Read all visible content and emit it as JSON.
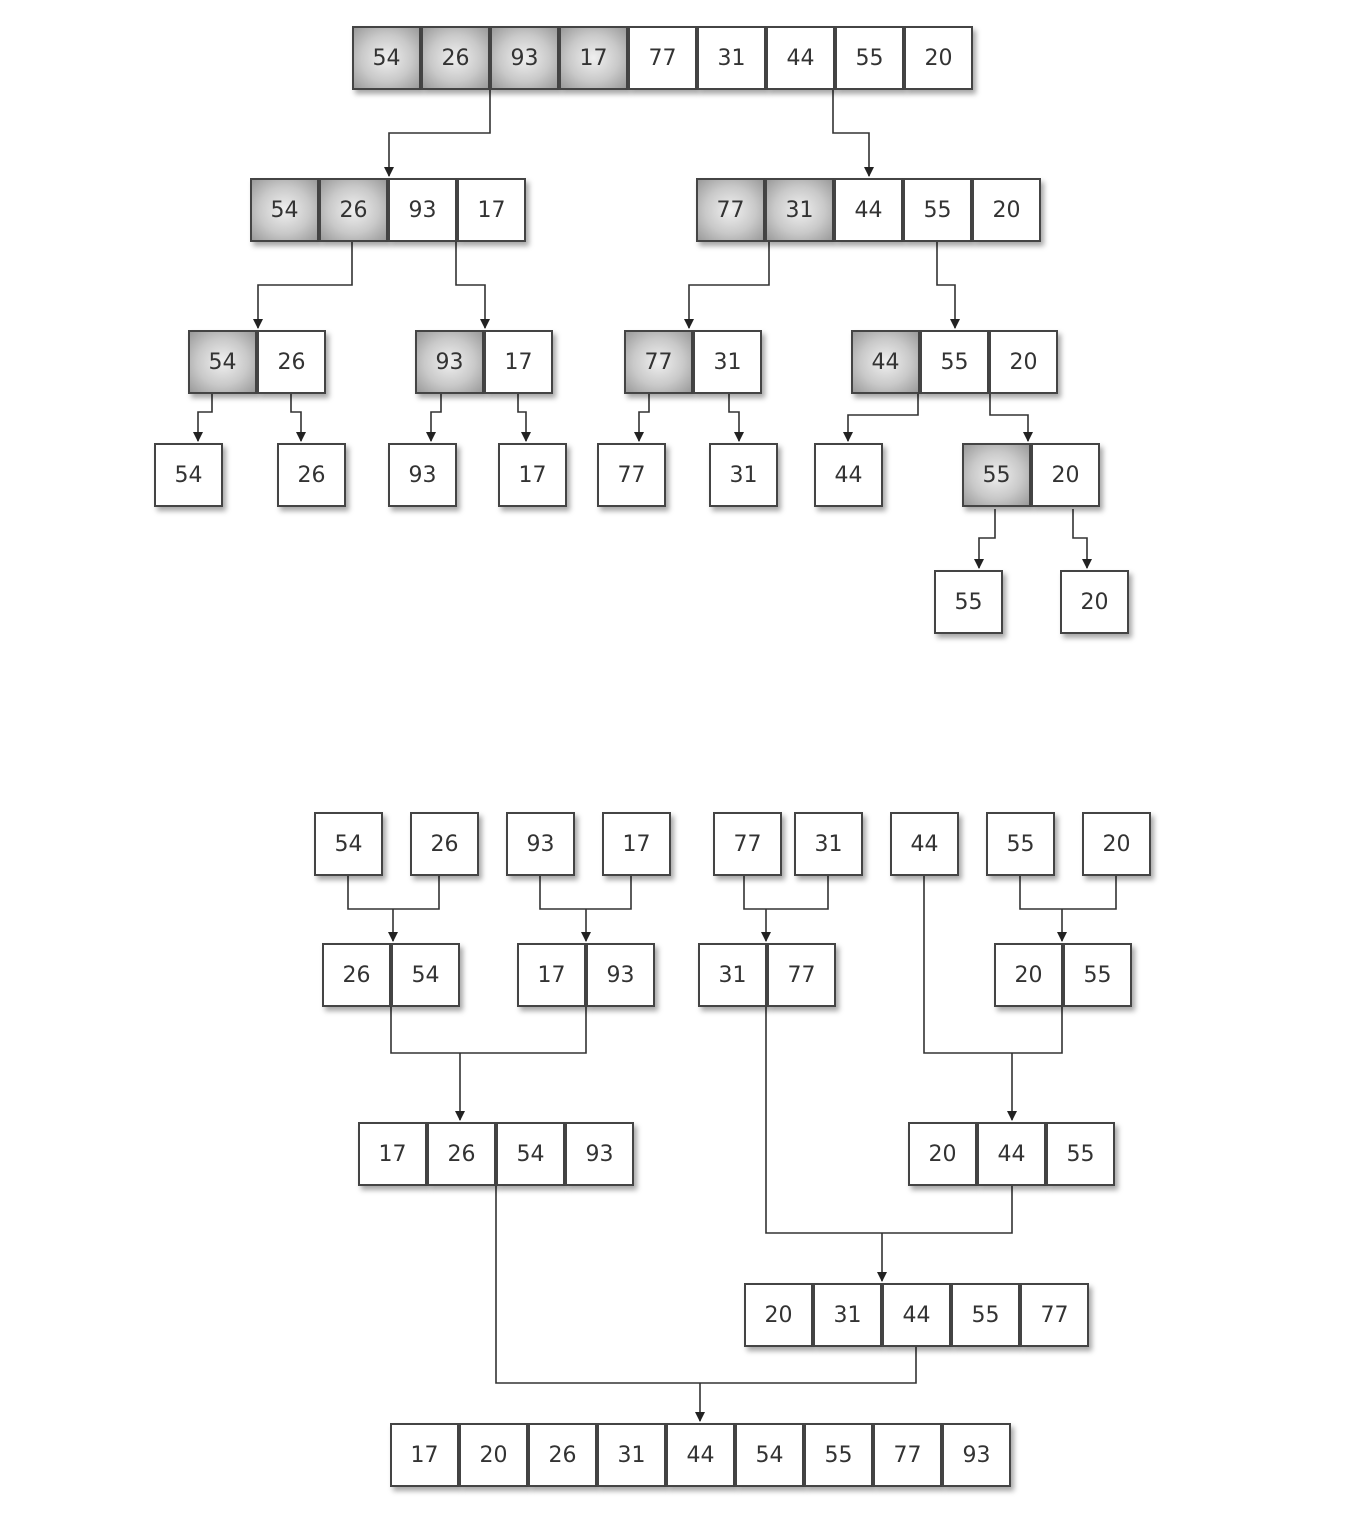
{
  "split_phase": {
    "rows": [
      {
        "groups": [
          {
            "values": [
              "54",
              "26",
              "93",
              "17",
              "77",
              "31",
              "44",
              "55",
              "20"
            ],
            "highlight": [
              0,
              1,
              2,
              3
            ]
          }
        ]
      },
      {
        "groups": [
          {
            "values": [
              "54",
              "26",
              "93",
              "17"
            ],
            "highlight": [
              0,
              1
            ]
          },
          {
            "values": [
              "77",
              "31",
              "44",
              "55",
              "20"
            ],
            "highlight": [
              0,
              1
            ]
          }
        ]
      },
      {
        "groups": [
          {
            "values": [
              "54",
              "26"
            ],
            "highlight": [
              0
            ]
          },
          {
            "values": [
              "93",
              "17"
            ],
            "highlight": [
              0
            ]
          },
          {
            "values": [
              "77",
              "31"
            ],
            "highlight": [
              0
            ]
          },
          {
            "values": [
              "44",
              "55",
              "20"
            ],
            "highlight": [
              0
            ]
          }
        ]
      },
      {
        "groups": [
          {
            "values": [
              "54"
            ],
            "highlight": []
          },
          {
            "values": [
              "26"
            ],
            "highlight": []
          },
          {
            "values": [
              "93"
            ],
            "highlight": []
          },
          {
            "values": [
              "17"
            ],
            "highlight": []
          },
          {
            "values": [
              "77"
            ],
            "highlight": []
          },
          {
            "values": [
              "31"
            ],
            "highlight": []
          },
          {
            "values": [
              "44"
            ],
            "highlight": []
          },
          {
            "values": [
              "55",
              "20"
            ],
            "highlight": [
              0
            ]
          }
        ]
      },
      {
        "groups": [
          {
            "values": [
              "55"
            ],
            "highlight": []
          },
          {
            "values": [
              "20"
            ],
            "highlight": []
          }
        ]
      }
    ]
  },
  "merge_phase": {
    "rows": [
      {
        "groups": [
          {
            "values": [
              "54"
            ]
          },
          {
            "values": [
              "26"
            ]
          },
          {
            "values": [
              "93"
            ]
          },
          {
            "values": [
              "17"
            ]
          },
          {
            "values": [
              "77"
            ]
          },
          {
            "values": [
              "31"
            ]
          },
          {
            "values": [
              "44"
            ]
          },
          {
            "values": [
              "55"
            ]
          },
          {
            "values": [
              "20"
            ]
          }
        ]
      },
      {
        "groups": [
          {
            "values": [
              "26",
              "54"
            ]
          },
          {
            "values": [
              "17",
              "93"
            ]
          },
          {
            "values": [
              "31",
              "77"
            ]
          },
          {
            "values": [
              "20",
              "55"
            ]
          }
        ]
      },
      {
        "groups": [
          {
            "values": [
              "17",
              "26",
              "54",
              "93"
            ]
          },
          {
            "values": [
              "20",
              "44",
              "55"
            ]
          }
        ]
      },
      {
        "groups": [
          {
            "values": [
              "20",
              "31",
              "44",
              "55",
              "77"
            ]
          }
        ]
      },
      {
        "groups": [
          {
            "values": [
              "17",
              "20",
              "26",
              "31",
              "44",
              "54",
              "55",
              "77",
              "93"
            ]
          }
        ]
      }
    ]
  }
}
